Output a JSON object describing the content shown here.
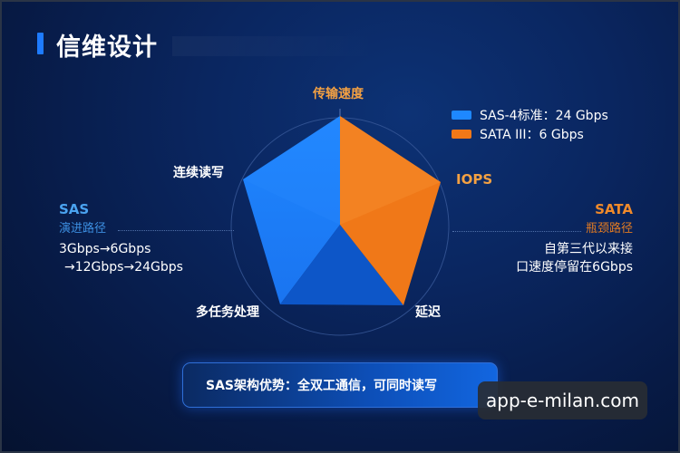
{
  "header": {
    "title": "信维设计",
    "accent_color": "#1e7bff"
  },
  "legend": {
    "items": [
      {
        "label": "SAS-4标准：24 Gbps",
        "color": "#1e88ff"
      },
      {
        "label": "SATA III：6 Gbps",
        "color": "#f07818"
      }
    ]
  },
  "radar": {
    "axes": [
      "传输速度",
      "IOPS",
      "延迟",
      "多任务处理",
      "连续读写"
    ]
  },
  "sas_panel": {
    "title": "SAS",
    "subtitle": "演进路径",
    "lines": [
      "3Gbps→6Gbps",
      "→12Gbps→24Gbps"
    ]
  },
  "sata_panel": {
    "title": "SATA",
    "subtitle": "瓶颈路径",
    "lines": [
      "自第三代以来接",
      "口速度停留在6Gbps"
    ]
  },
  "callout": {
    "text": "SAS架构优势：全双工通信，可同时读写"
  },
  "watermark": {
    "text": "app-e-milan.com"
  }
}
